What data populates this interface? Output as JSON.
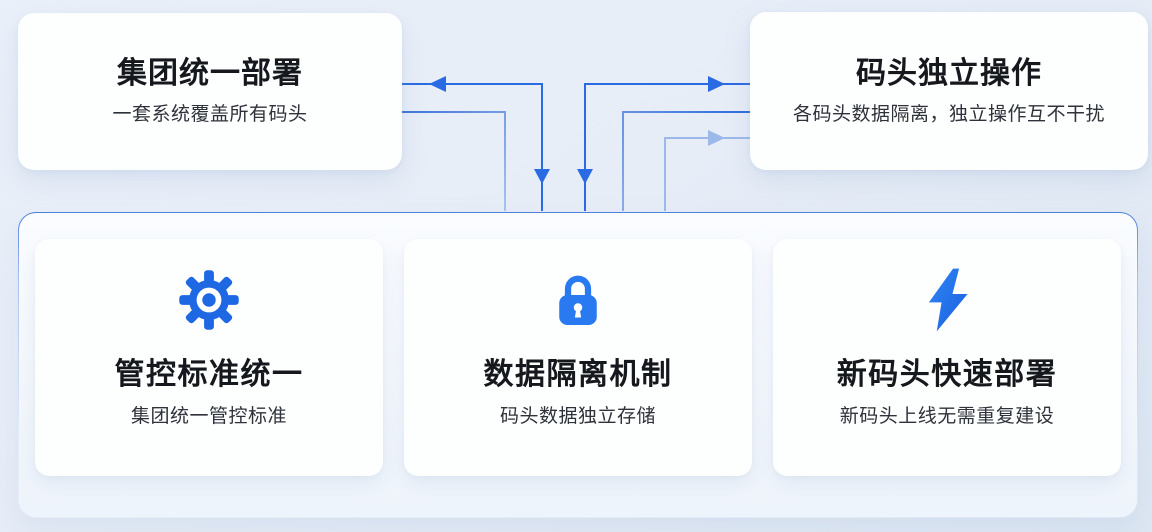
{
  "top_cards": [
    {
      "id": "group-unified-deploy",
      "title": "集团统一部署",
      "subtitle": "一套系统覆盖所有码头"
    },
    {
      "id": "terminal-independent-ops",
      "title": "码头独立操作",
      "subtitle": "各码头数据隔离，独立操作互不干扰"
    }
  ],
  "feature_cards": [
    {
      "id": "control-standard-unified",
      "icon": "gear-icon",
      "title": "管控标准统一",
      "subtitle": "集团统一管控标准"
    },
    {
      "id": "data-isolation-mechanism",
      "icon": "lock-icon",
      "title": "数据隔离机制",
      "subtitle": "码头数据独立存储"
    },
    {
      "id": "new-terminal-fast-deploy",
      "icon": "lightning-icon",
      "title": "新码头快速部署",
      "subtitle": "新码头上线无需重复建设"
    }
  ],
  "colors": {
    "connector_strong": "#2a6ae2",
    "connector_medium": "#3f74d9",
    "connector_light": "#9db9e9",
    "icon_blue": "#1e68e4",
    "lock_blue": "#2979f0",
    "panel_border_blue": "#4a7fdd",
    "title_text": "#15181d",
    "subtitle_text": "#2e323a",
    "page_background": "#e5ecf6",
    "card_background": "#fdfefe"
  }
}
